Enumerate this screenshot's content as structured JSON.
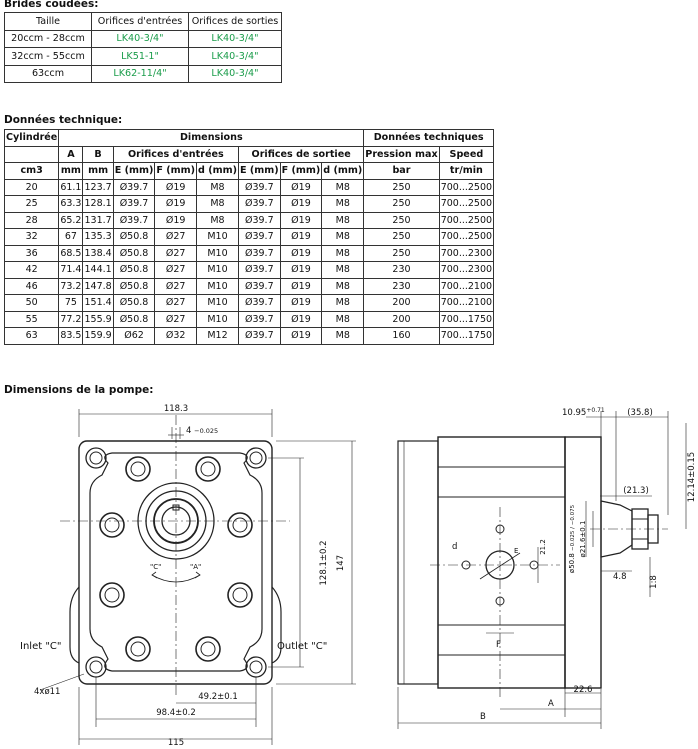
{
  "brides": {
    "title": "Brides coudées:",
    "headers": [
      "Taille",
      "Orifices d'entrées",
      "Orifices de sorties"
    ],
    "rows": [
      [
        "20ccm - 28ccm",
        "LK40-3/4\"",
        "LK40-3/4\""
      ],
      [
        "32ccm - 55ccm",
        "LK51-1\"",
        "LK40-3/4\""
      ],
      [
        "63ccm",
        "LK62-11/4\"",
        "LK40-3/4\""
      ]
    ]
  },
  "tech": {
    "title": "Données technique:",
    "h_cyl": "Cylindrée",
    "h_dim": "Dimensions",
    "h_tech": "Données techniques",
    "h_a": "A",
    "h_b": "B",
    "h_in": "Orifices d'entrées",
    "h_out": "Orifices de sortiee",
    "h_press": "Pression max",
    "h_speed": "Speed",
    "units": [
      "cm3",
      "mm",
      "mm",
      "E (mm)",
      "F (mm)",
      "d (mm)",
      "E (mm)",
      "F (mm)",
      "d (mm)",
      "bar",
      "tr/min"
    ],
    "rows": [
      [
        "20",
        "61.1",
        "123.7",
        "Ø39.7",
        "Ø19",
        "M8",
        "Ø39.7",
        "Ø19",
        "M8",
        "250",
        "700...2500"
      ],
      [
        "25",
        "63.3",
        "128.1",
        "Ø39.7",
        "Ø19",
        "M8",
        "Ø39.7",
        "Ø19",
        "M8",
        "250",
        "700...2500"
      ],
      [
        "28",
        "65.2",
        "131.7",
        "Ø39.7",
        "Ø19",
        "M8",
        "Ø39.7",
        "Ø19",
        "M8",
        "250",
        "700...2500"
      ],
      [
        "32",
        "67",
        "135.3",
        "Ø50.8",
        "Ø27",
        "M10",
        "Ø39.7",
        "Ø19",
        "M8",
        "250",
        "700...2500"
      ],
      [
        "36",
        "68.5",
        "138.4",
        "Ø50.8",
        "Ø27",
        "M10",
        "Ø39.7",
        "Ø19",
        "M8",
        "250",
        "700...2300"
      ],
      [
        "42",
        "71.4",
        "144.1",
        "Ø50.8",
        "Ø27",
        "M10",
        "Ø39.7",
        "Ø19",
        "M8",
        "230",
        "700...2300"
      ],
      [
        "46",
        "73.2",
        "147.8",
        "Ø50.8",
        "Ø27",
        "M10",
        "Ø39.7",
        "Ø19",
        "M8",
        "230",
        "700...2100"
      ],
      [
        "50",
        "75",
        "151.4",
        "Ø50.8",
        "Ø27",
        "M10",
        "Ø39.7",
        "Ø19",
        "M8",
        "200",
        "700...2100"
      ],
      [
        "55",
        "77.2",
        "155.9",
        "Ø50.8",
        "Ø27",
        "M10",
        "Ø39.7",
        "Ø19",
        "M8",
        "200",
        "700...1750"
      ],
      [
        "63",
        "83.5",
        "159.9",
        "Ø62",
        "Ø32",
        "M12",
        "Ø39.7",
        "Ø19",
        "M8",
        "160",
        "700...1750"
      ]
    ]
  },
  "drawing": {
    "title": "Dimensions de la pompe:",
    "dim_118": "118.3",
    "dim_4": "4",
    "dim_4_tol": "−0.025",
    "dim_128": "128.1±0.2",
    "dim_147": "147",
    "dim_49": "49.2±0.1",
    "dim_98": "98.4±0.2",
    "dim_115": "115",
    "holes": "4xø11",
    "inlet": "Inlet  \"C\"",
    "outlet": "Outlet  \"C\"",
    "rot_c": "\"C\"",
    "rot_a": "\"A\"",
    "dim_1095": "10.95",
    "dim_1095_tol": "+0.71",
    "dim_358": "(35.8)",
    "dim_213": "(21.3)",
    "dim_1214": "12.14±0.15",
    "dim_508": "ø50.8",
    "dim_508_tol": "−0.025 / −0.075",
    "dim_216": "ø21.6±0.1",
    "dim_48": "4.8",
    "dim_18": "1:8",
    "dim_226": "22.6",
    "dim_212": "21.2",
    "lbl_a": "A",
    "lbl_b": "B",
    "lbl_d": "d",
    "lbl_e": "E",
    "lbl_f": "F"
  }
}
